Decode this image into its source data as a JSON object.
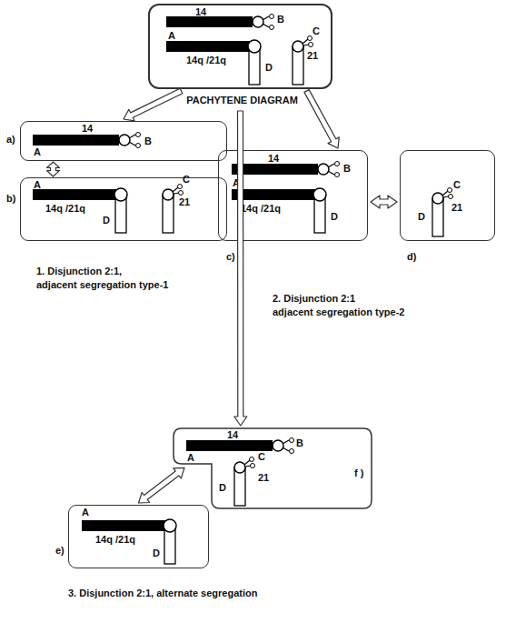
{
  "diagram": {
    "nodes": [
      {
        "text": [
          "PACHYTENE DIAGRAM"
        ]
      },
      {
        "text": [
          "a)"
        ]
      },
      {
        "text": [
          "b)"
        ]
      },
      {
        "text": [
          "c)"
        ]
      },
      {
        "text": [
          "d)"
        ]
      },
      {
        "text": [
          "f )"
        ]
      },
      {
        "text": [
          "e)"
        ]
      }
    ],
    "edges": [
      {
        "from": 0,
        "to": 1,
        "arrow": "to"
      },
      {
        "from": 0,
        "to": 3,
        "arrow": "to"
      },
      {
        "from": 0,
        "to": 5,
        "arrow": "to"
      },
      {
        "from": 1,
        "to": 2,
        "arrow": "both"
      },
      {
        "from": 3,
        "to": 4,
        "arrow": "both"
      },
      {
        "from": 6,
        "to": 5,
        "arrow": "both"
      }
    ],
    "labels": [
      "14",
      "B",
      "A",
      "14q /21q",
      "D",
      "C",
      "21",
      "14",
      "A",
      "B",
      "A",
      "14q /21q",
      "D",
      "C",
      "21",
      "14",
      "B",
      "A",
      "14q /21q",
      "D",
      "C",
      "D",
      "21",
      "14",
      "B",
      "A",
      "C",
      "D",
      "21",
      "A",
      "14q /21q",
      "D",
      "1. Disjunction 2:1, adjacent segregation type-1",
      "2. Disjunction 2:1 adjacent segregation type-2",
      "3. Disjunction 2:1, alternate segregation"
    ]
  }
}
